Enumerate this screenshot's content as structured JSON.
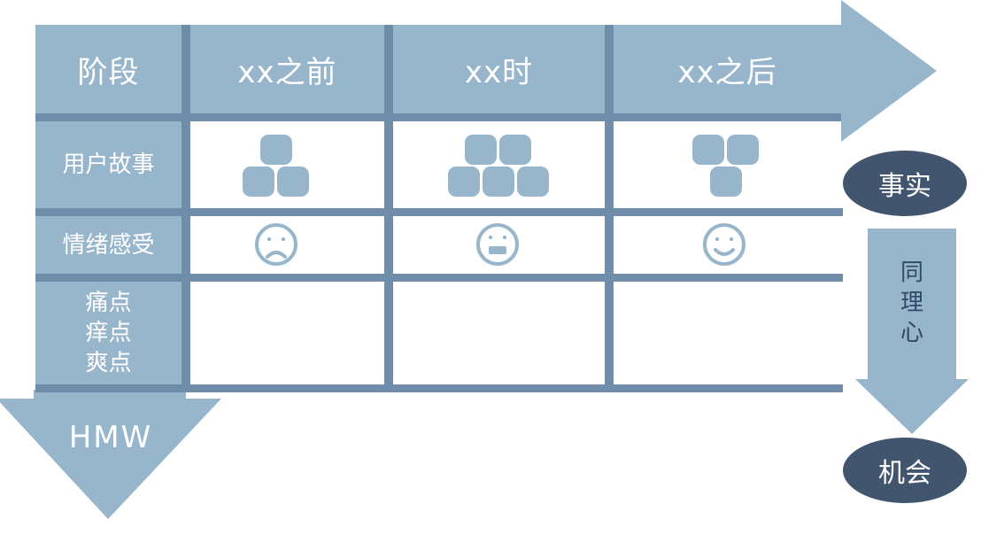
{
  "table": {
    "header": {
      "stage_label": "阶段",
      "columns": [
        "xx之前",
        "xx时",
        "xx之后"
      ]
    },
    "rows": [
      {
        "label_lines": [
          "用户故事"
        ]
      },
      {
        "label_lines": [
          "情绪感受"
        ]
      },
      {
        "label_lines": [
          "痛点",
          "痒点",
          "爽点"
        ]
      }
    ],
    "user_story_blocks": [
      3,
      5,
      3
    ],
    "emotions": [
      "sad-face-icon",
      "neutral-face-icon",
      "happy-face-icon"
    ]
  },
  "flow": {
    "fact_label": "事实",
    "empathy_chars": [
      "同",
      "理",
      "心"
    ],
    "opportunity_label": "机会",
    "hmw_label": "HMW"
  },
  "colors": {
    "light_blue": "#97b6cc",
    "grid_blue": "#6f8da8",
    "oval_navy": "#41566e",
    "white": "#ffffff"
  }
}
